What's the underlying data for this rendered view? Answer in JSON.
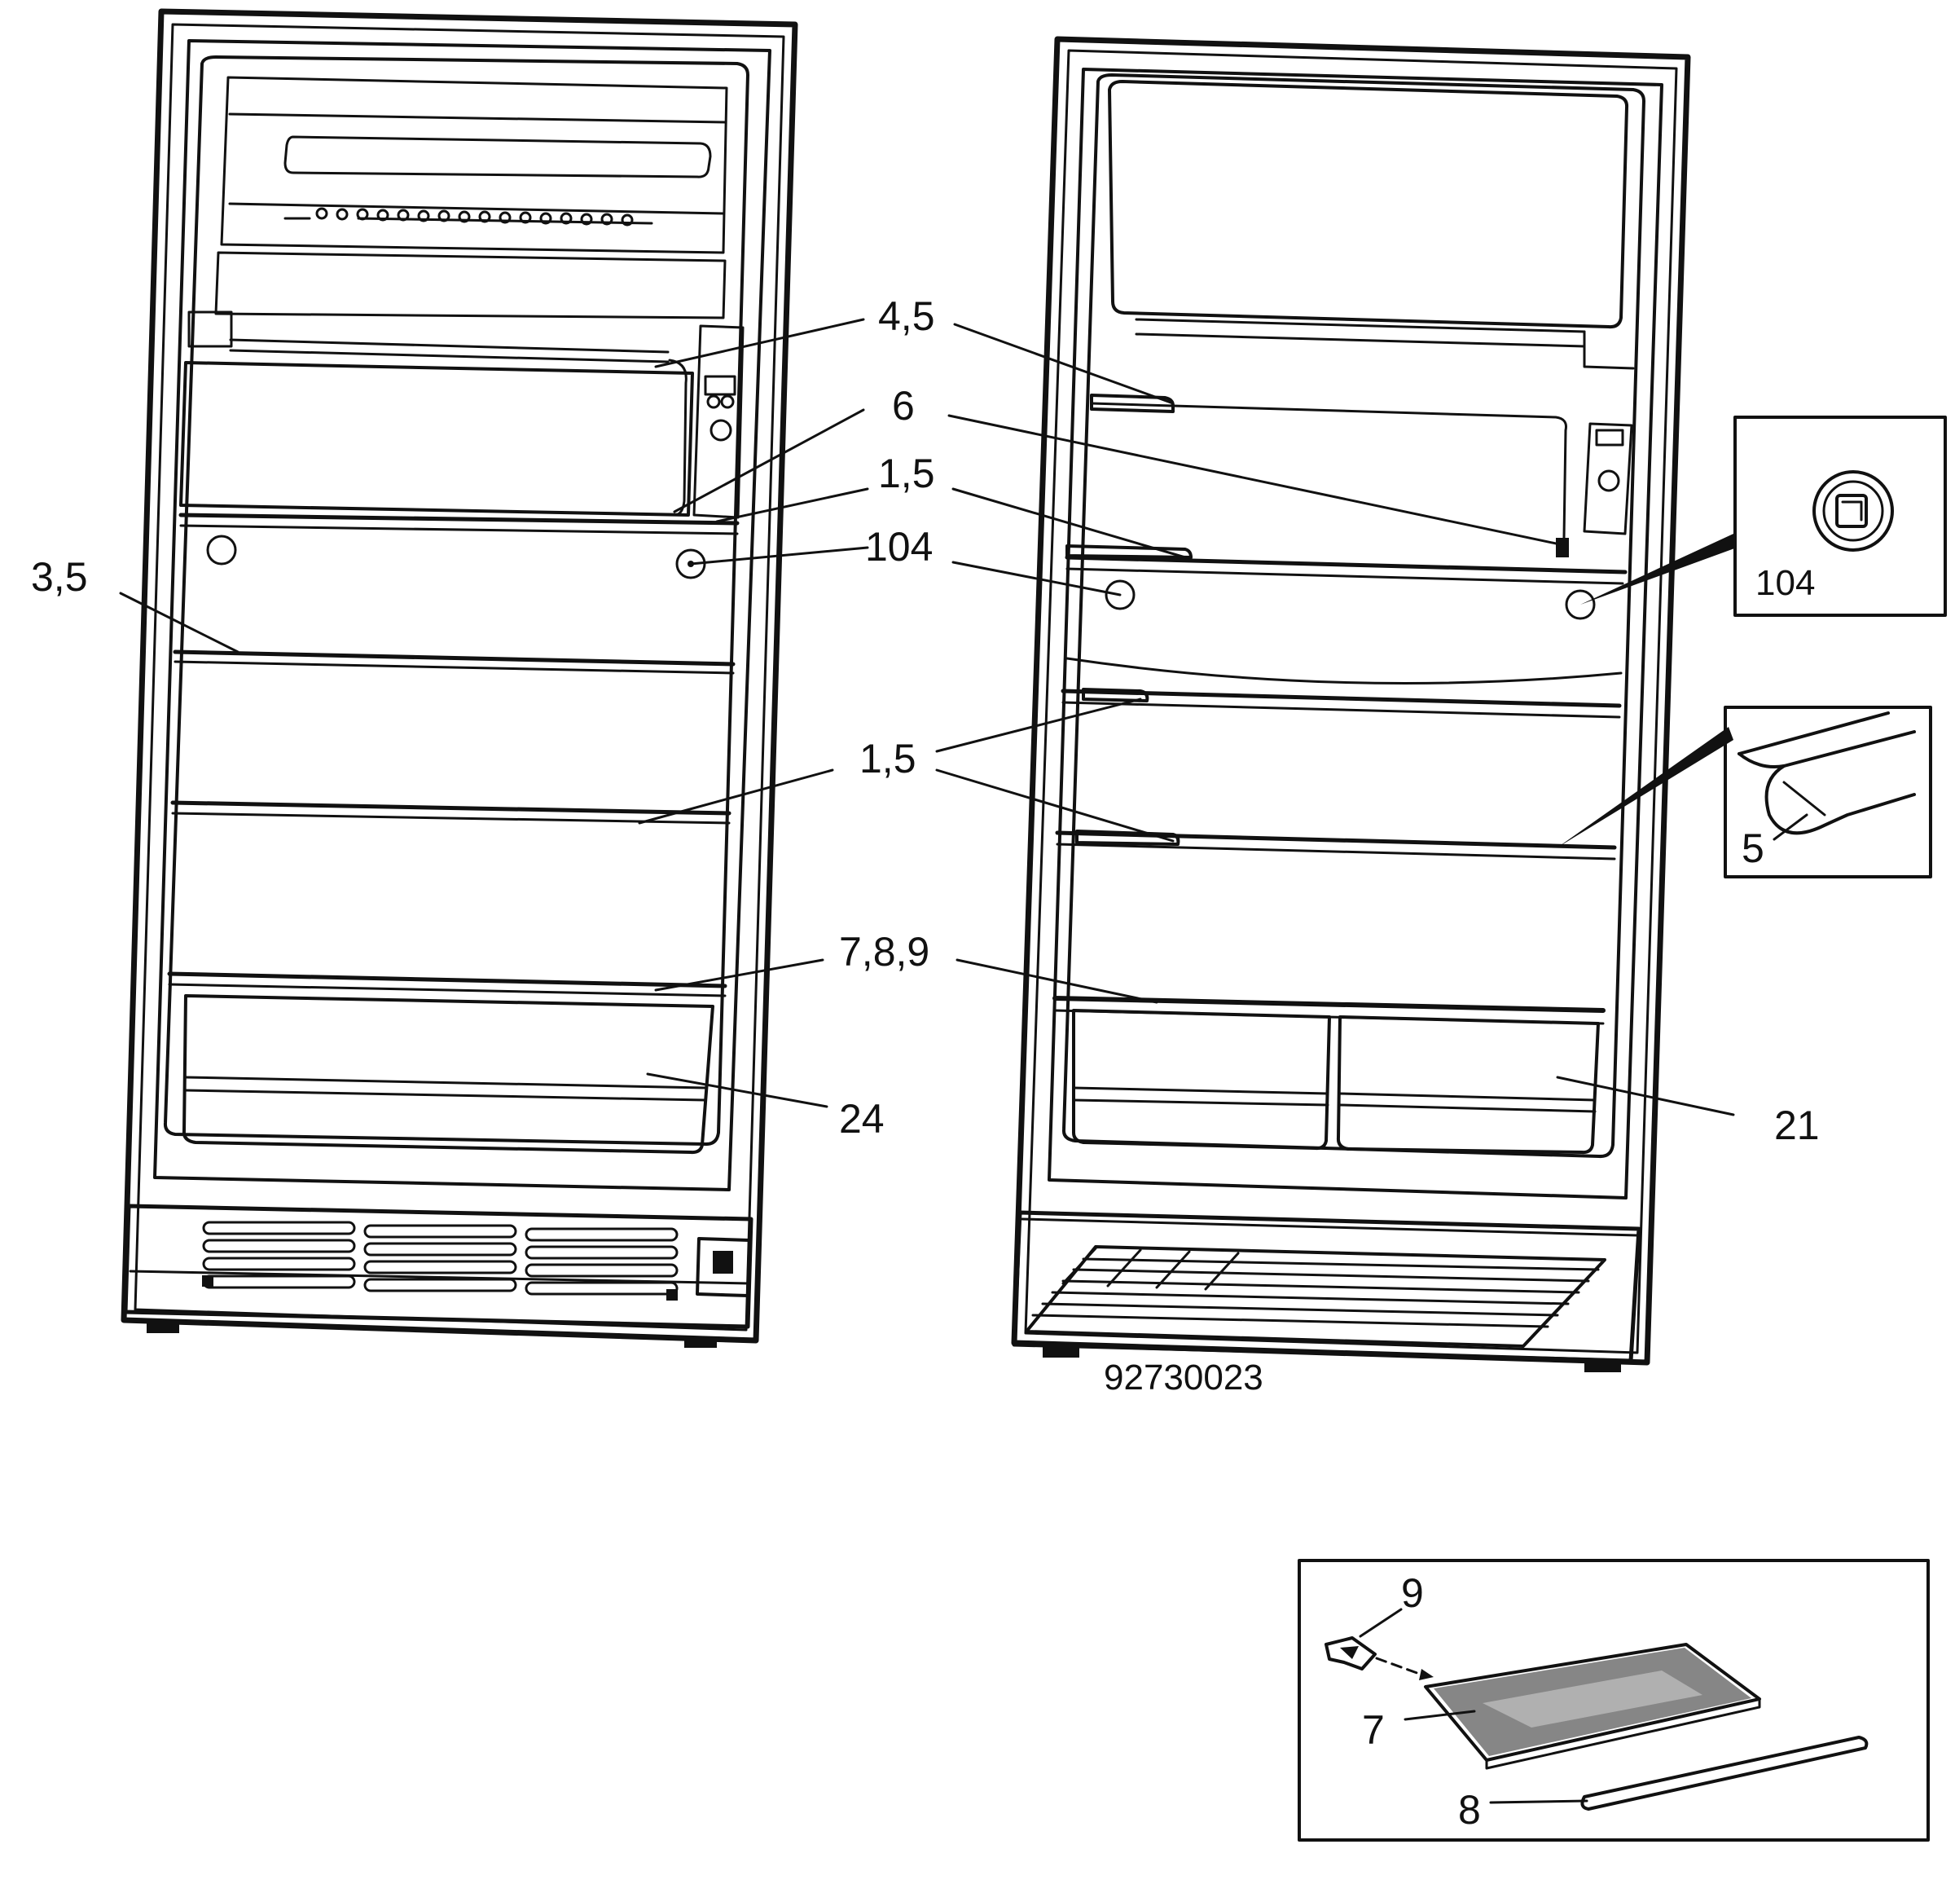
{
  "diagram": {
    "drawing_number": "92730023",
    "callouts_left": {
      "c45": "4,5",
      "c6": "6",
      "c15a": "1,5",
      "c104": "104",
      "c35": "3,5",
      "c15b": "1,5",
      "c789": "7,8,9",
      "c24": "24"
    },
    "callouts_right": {
      "c21": "21"
    },
    "inset_hinge": {
      "label": "104"
    },
    "inset_profile": {
      "label": "5"
    },
    "inset_shelf": {
      "label_9": "9",
      "label_7": "7",
      "label_8": "8"
    }
  }
}
